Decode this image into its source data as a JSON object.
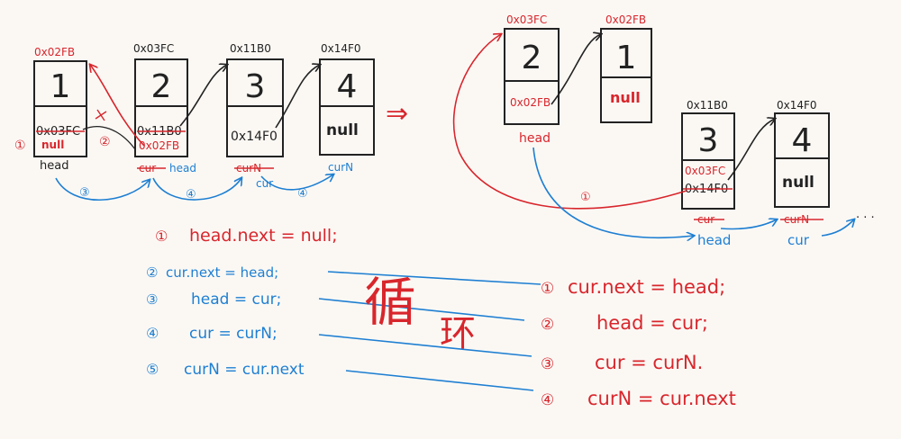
{
  "colors": {
    "ink": "#222222",
    "red": "#d8262c",
    "blue": "#1e7fd2",
    "paper": "#fbf8f4"
  },
  "left": {
    "nodes": [
      {
        "addr": "0x02FB",
        "value": "1",
        "next": "0x03FC",
        "next_overlay": "null"
      },
      {
        "addr": "0x03FC",
        "value": "2",
        "next": "0x11B0",
        "next_overlay": "0x02FB"
      },
      {
        "addr": "0x11B0",
        "value": "3",
        "next": "0x14F0"
      },
      {
        "addr": "0x14F0",
        "value": "4",
        "next": "null"
      }
    ],
    "labels": {
      "head": "head",
      "cur_struck": "cur",
      "head_new": "head",
      "curN_struck": "curN",
      "cur_new": "cur",
      "curN_new": "curN"
    },
    "steps": {
      "s1": "①",
      "s2": "②",
      "s3": "③",
      "s4a": "④",
      "s4b": "④"
    }
  },
  "arrow_implies": "⇒",
  "right": {
    "nodes": [
      {
        "addr": "0x03FC",
        "value": "2",
        "next": "0x02FB"
      },
      {
        "addr": "0x02FB",
        "value": "1",
        "next": "null"
      },
      {
        "addr": "0x11B0",
        "value": "3",
        "next": "0x14F0",
        "next_overlay": "0x03FC"
      },
      {
        "addr": "0x14F0",
        "value": "4",
        "next": "null"
      }
    ],
    "labels": {
      "head": "head",
      "cur_struck": "cur",
      "head_new": "head",
      "curN_struck": "curN",
      "cur_new": "cur",
      "ellipsis": "· · ·"
    },
    "steps": {
      "s1": "①"
    }
  },
  "code_left": [
    {
      "num": "①",
      "text": "head.next = null;",
      "color": "red"
    },
    {
      "num": "②",
      "text": "cur.next = head;",
      "color": "blue"
    },
    {
      "num": "③",
      "text": "head = cur;",
      "color": "blue"
    },
    {
      "num": "④",
      "text": "cur = curN;",
      "color": "blue"
    },
    {
      "num": "⑤",
      "text": "curN = cur.next",
      "color": "blue"
    }
  ],
  "loop_label": {
    "c1": "循",
    "c2": "环"
  },
  "code_right": [
    {
      "num": "①",
      "text": "cur.next = head;"
    },
    {
      "num": "②",
      "text": "head = cur;"
    },
    {
      "num": "③",
      "text": "cur = curN."
    },
    {
      "num": "④",
      "text": "curN = cur.next"
    }
  ]
}
